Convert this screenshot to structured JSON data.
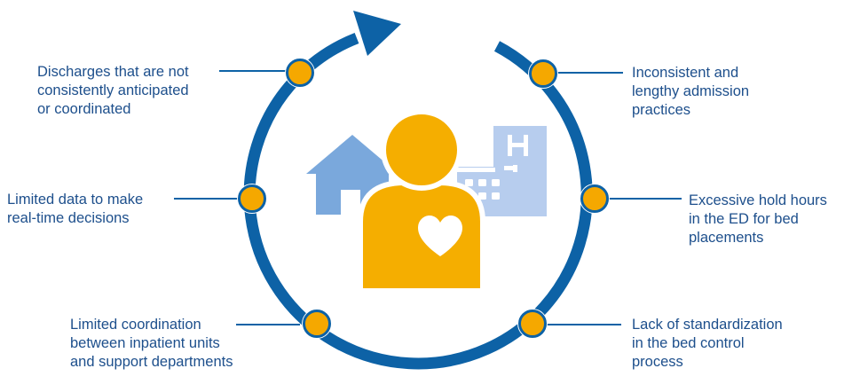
{
  "colors": {
    "ring": "#0d62a6",
    "node_fill": "#f5a800",
    "person": "#f5ae00",
    "house": "#7aa8dc",
    "hospital": "#b7cdee",
    "text": "#1d4f8c",
    "connector": "#0d62a6"
  },
  "icons": [
    "house-icon",
    "person-icon",
    "heart-icon",
    "hospital-icon",
    "cycle-arrow-icon"
  ],
  "hospital_sign": "H",
  "challenges": {
    "left": [
      {
        "lines": [
          "Discharges that are not",
          "consistently anticipated",
          "or coordinated"
        ]
      },
      {
        "lines": [
          "Limited data to make",
          "real-time decisions"
        ]
      },
      {
        "lines": [
          "Limited coordination",
          "between inpatient units",
          "and support departments"
        ]
      }
    ],
    "right": [
      {
        "lines": [
          "Inconsistent and",
          "lengthy admission",
          "practices"
        ]
      },
      {
        "lines": [
          "Excessive hold hours",
          "in the ED for bed",
          "placements"
        ]
      },
      {
        "lines": [
          "Lack of standardization",
          "in the bed control",
          "process"
        ]
      }
    ]
  }
}
